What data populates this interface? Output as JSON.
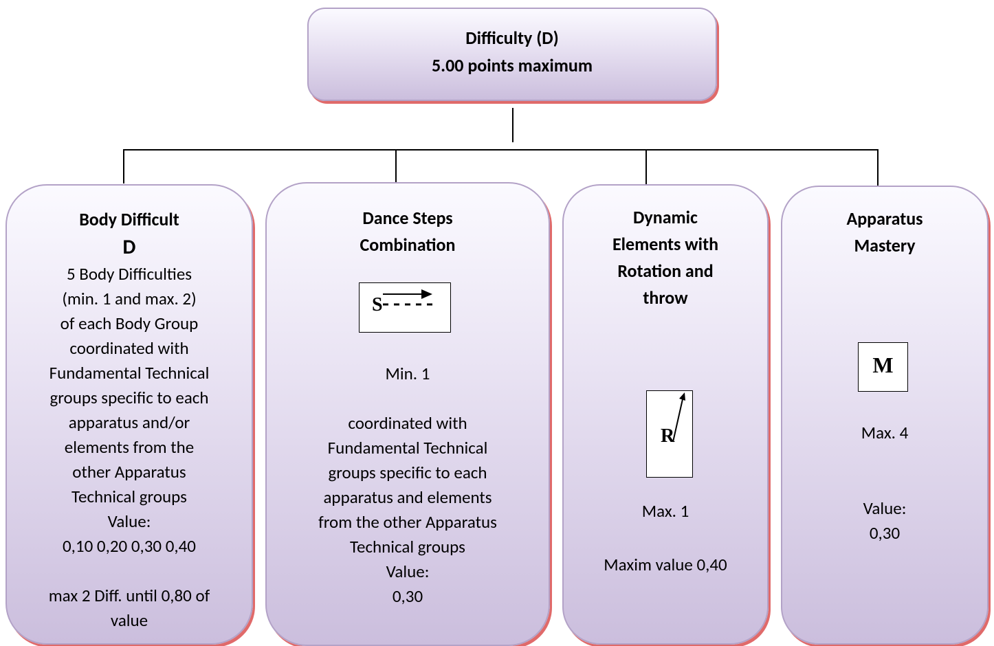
{
  "top": {
    "line1": "Difficulty (D)",
    "line2": "5.00 points maximum"
  },
  "columns": [
    {
      "title1": "Body Difficult",
      "title2": "D",
      "lines": [
        "5 Body Difficulties",
        "(min. 1 and max. 2)",
        "of each Body Group",
        "coordinated with",
        "Fundamental Technical",
        "groups specific to each",
        "apparatus and/or",
        "elements from the",
        "other Apparatus",
        "Technical groups",
        "Value:",
        "0,10 0,20 0,30 0,40",
        "",
        "max 2 Diff. until 0,80 of",
        "value"
      ]
    },
    {
      "title1": "Dance Steps",
      "title2": "Combination",
      "symbol": "S",
      "min": "Min. 1",
      "lines": [
        "coordinated with",
        "Fundamental Technical",
        "groups specific to each",
        "apparatus and elements",
        "from the other Apparatus",
        "Technical groups",
        "Value:",
        "0,30"
      ]
    },
    {
      "title_lines": [
        "Dynamic",
        "Elements with",
        "Rotation and",
        "throw"
      ],
      "symbol": "R",
      "max": "Max. 1",
      "value": "Maxim value 0,40"
    },
    {
      "title1": "Apparatus",
      "title2": "Mastery",
      "symbol": "M",
      "max": "Max. 4",
      "value_label": "Value:",
      "value": "0,30"
    }
  ]
}
